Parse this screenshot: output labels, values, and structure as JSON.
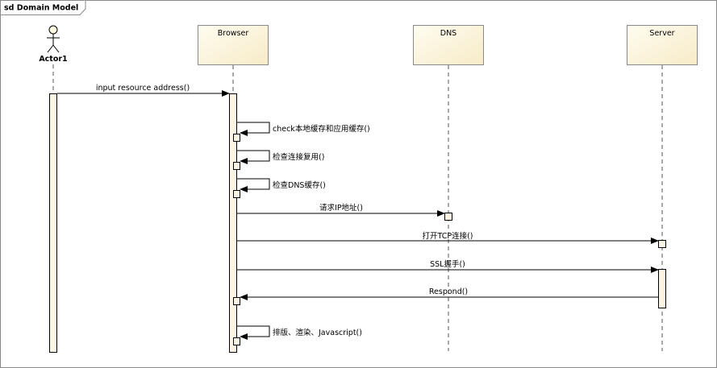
{
  "frame": {
    "title": "sd Domain Model"
  },
  "actor": {
    "name": "Actor1"
  },
  "lifelines": {
    "browser": "Browser",
    "dns": "DNS",
    "server": "Server"
  },
  "messages": [
    {
      "label": "input resource address()",
      "from": "actor",
      "to": "browser"
    },
    {
      "label": "check本地缓存和应用缓存()",
      "from": "browser",
      "to": "browser"
    },
    {
      "label": "检查连接复用()",
      "from": "browser",
      "to": "browser"
    },
    {
      "label": "检查DNS缓存()",
      "from": "browser",
      "to": "browser"
    },
    {
      "label": "请求IP地址()",
      "from": "browser",
      "to": "dns"
    },
    {
      "label": "打开TCP连接()",
      "from": "browser",
      "to": "server"
    },
    {
      "label": "SSL握手()",
      "from": "browser",
      "to": "server"
    },
    {
      "label": "Respond()",
      "from": "server",
      "to": "browser"
    },
    {
      "label": "排版、渲染、Javascript()",
      "from": "browser",
      "to": "browser"
    }
  ],
  "colors": {
    "box_fill": "#FFF9E1",
    "box_stroke": "#8a8a8a",
    "activation_fill": "#FDF5E3",
    "line": "#000000",
    "lifeline": "#555555"
  }
}
